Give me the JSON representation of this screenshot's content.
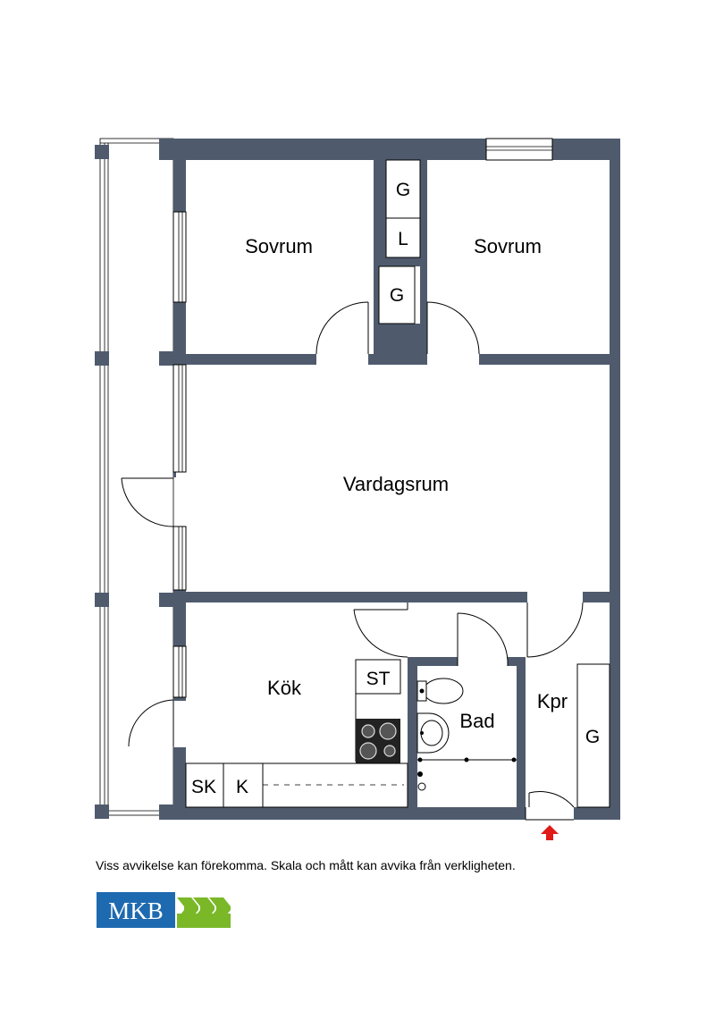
{
  "rooms": {
    "sovrum_left": "Sovrum",
    "sovrum_right": "Sovrum",
    "vardagsrum": "Vardagsrum",
    "kok": "Kök",
    "bad": "Bad",
    "kpr": "Kpr"
  },
  "fixtures": {
    "g_top": "G",
    "l": "L",
    "g_mid": "G",
    "st": "ST",
    "sk": "SK",
    "k": "K",
    "g_hall": "G"
  },
  "disclaimer": "Viss avvikelse kan förekomma. Skala och mått kan avvika från verkligheten.",
  "logo": {
    "text": "MKB",
    "blue": "#1e6ab0",
    "green": "#7ab828"
  },
  "colors": {
    "wall": "#4f5b6d",
    "entrance_arrow": "#e11919"
  }
}
